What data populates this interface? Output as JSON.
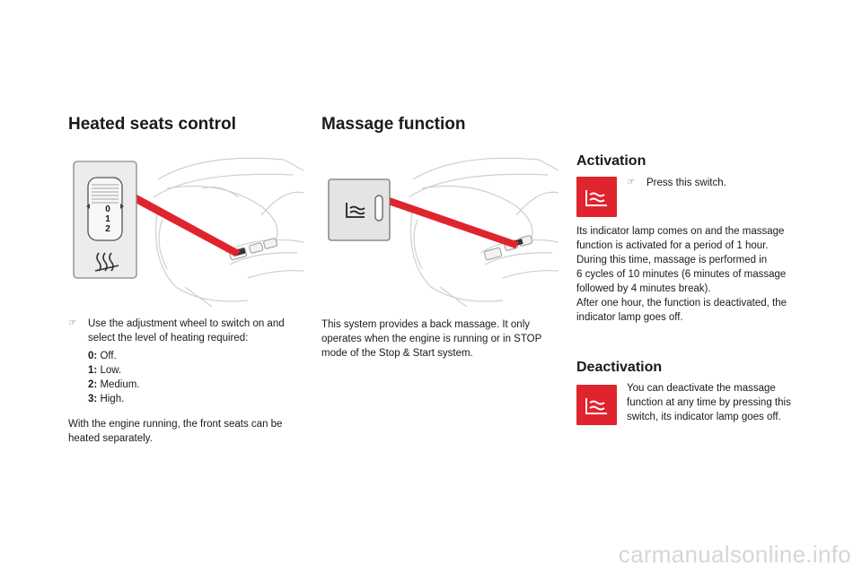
{
  "heated": {
    "title": "Heated seats control",
    "wheel_labels": [
      "0",
      "1",
      "2"
    ],
    "bullet": "Use the adjustment wheel to switch on and select the level of heating required:",
    "levels": [
      {
        "key": "0:",
        "value": "Off."
      },
      {
        "key": "1:",
        "value": "Low."
      },
      {
        "key": "2:",
        "value": "Medium."
      },
      {
        "key": "3:",
        "value": "High."
      }
    ],
    "note": "With the engine running, the front seats can be heated separately."
  },
  "massage": {
    "title": "Massage function",
    "description": "This system provides a back massage. It only operates when the engine is running or in STOP mode of the Stop & Start system."
  },
  "activation": {
    "title": "Activation",
    "bullet": "Press this switch.",
    "lines": [
      "Its indicator lamp comes on and the massage",
      "function is activated for a period of 1 hour.",
      "During this time, massage is performed in",
      "6 cycles of 10 minutes (6 minutes of massage",
      "followed by 4 minutes break).",
      "After one hour, the function is deactivated, the",
      "indicator lamp goes off."
    ]
  },
  "deactivation": {
    "title": "Deactivation",
    "text": "You can deactivate the massage function at any time by pressing this switch, its indicator lamp goes off."
  },
  "footer": "carmanualsonline.info",
  "colors": {
    "accent_red": "#e0242e",
    "text": "#1a1a1a",
    "line_art": "#c8c8c8"
  }
}
